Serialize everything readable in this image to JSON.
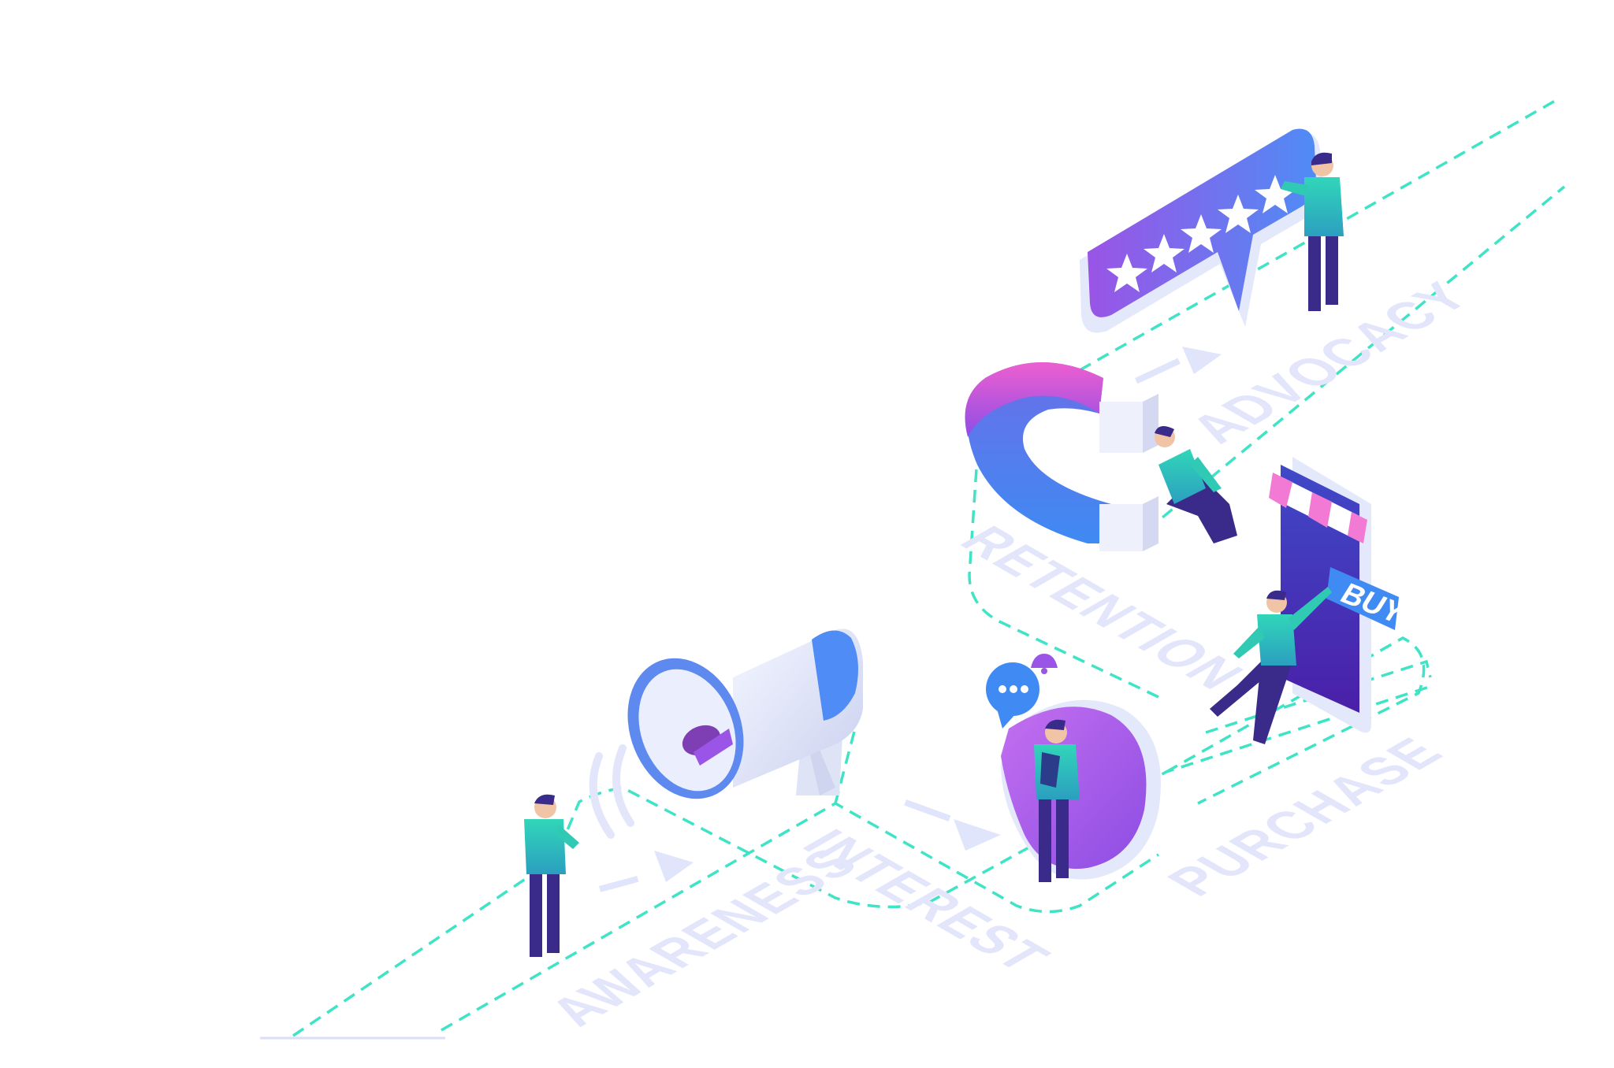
{
  "stages": {
    "awareness": "AWARENESS",
    "interest": "INTEREST",
    "purchase": "PURCHASE",
    "retention": "RETENTION",
    "advocacy": "ADVOCACY"
  },
  "buy_button": "BUY",
  "rating": {
    "stars": 5,
    "max": 5
  },
  "chat_bubble": "•••",
  "colors": {
    "path_dashed": "#3fe3c6",
    "label_text": "#e3e6fb",
    "accent_purple": "#9a54e6",
    "accent_blue": "#4f7df4",
    "accent_pink": "#f06ad8",
    "person_shirt": "#2fc9b4",
    "person_pants": "#3a2a8a"
  }
}
